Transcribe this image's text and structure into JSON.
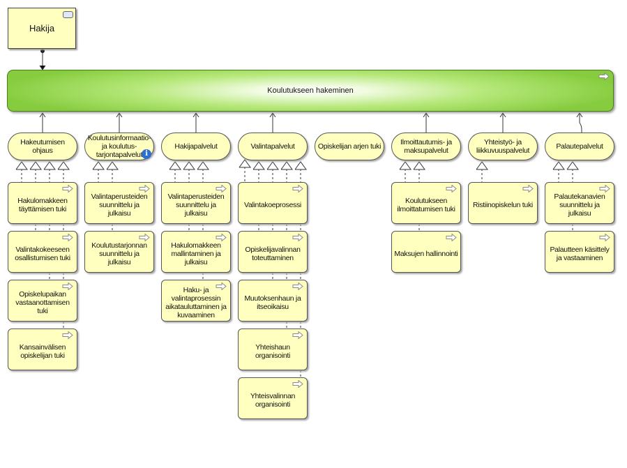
{
  "actor": {
    "label": "Hakija"
  },
  "process": {
    "label": "Koulutukseen hakeminen"
  },
  "columns": [
    {
      "service": "Hakeutumisen ohjaus",
      "functions": [
        "Hakulomakkeen täyttämisen tuki",
        "Valintakokeeseen osallistumisen tuki",
        "Opiskelupaikan vastaanottamisen tuki",
        "Kansainvälisen opiskelijan tuki"
      ]
    },
    {
      "service": "Koulutusinformaatio- ja koulutus-tarjontapalvelut",
      "functions": [
        "Valintaperusteiden suunnittelu ja julkaisu",
        "Koulutustarjonnan suunnittelu ja julkaisu"
      ]
    },
    {
      "service": "Hakijapalvelut",
      "functions": [
        "Valintaperusteiden suunnittelu ja julkaisu",
        "Hakulomakkeen mallintaminen ja julkaisu",
        "Haku- ja valintaprosessin aikatauluttaminen ja kuvaaminen"
      ]
    },
    {
      "service": "Valintapalvelut",
      "functions": [
        "Valintakoeprosessi",
        "Opiskelijavalinnan toteuttaminen",
        "Muutoksenhaun ja itseoikaisu",
        "Yhteishaun organisointi",
        "Yhteisvalinnan organisointi"
      ]
    },
    {
      "service": "Opiskelijan arjen tuki",
      "functions": []
    },
    {
      "service": "Ilmoittautumis- ja maksupalvelut",
      "functions": [
        "Koulutukseen ilmoittatumisen tuki",
        "Maksujen hallinnointi"
      ]
    },
    {
      "service": "Yhteistyö- ja liikkuvuuspalvelut",
      "functions": [
        "Ristiinopiskelun tuki"
      ]
    },
    {
      "service": "Palautepalvelut",
      "functions": [
        "Palautekanavien suunnittelu ja julkaisu",
        "Palautteen käsittely ja vastaaminen"
      ]
    }
  ],
  "icons": {
    "function_marker": "arrow-right-icon",
    "info_marker": "info-icon",
    "info_glyph": "i"
  },
  "colors": {
    "box_fill": "#ffffc0",
    "process_fill": "#86cc3e",
    "line": "#333333"
  }
}
